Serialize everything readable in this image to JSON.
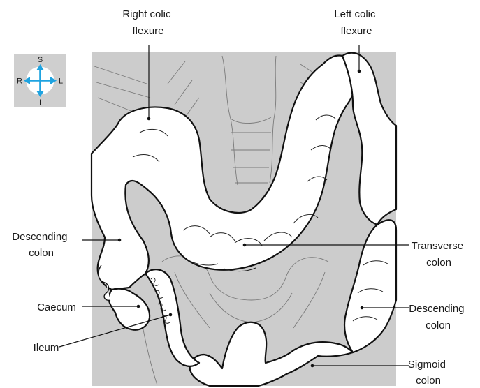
{
  "orientation": {
    "superior": "S",
    "inferior": "I",
    "right": "R",
    "left": "L",
    "arrow_color": "#1fa3e0",
    "box_color": "#cfcfcf"
  },
  "colors": {
    "background": "#cccccc",
    "organ": "#ffffff",
    "outline": "#111111"
  },
  "labels": {
    "right_colic_flexure": [
      "Right colic",
      "flexure"
    ],
    "left_colic_flexure": [
      "Left colic",
      "flexure"
    ],
    "descending_colon_left": [
      "Descending",
      "colon"
    ],
    "transverse_colon": [
      "Transverse",
      "colon"
    ],
    "caecum": [
      "Caecum"
    ],
    "ileum": [
      "Ileum"
    ],
    "descending_colon_right": [
      "Descending",
      "colon"
    ],
    "sigmoid_colon": [
      "Sigmoid",
      "colon"
    ]
  }
}
